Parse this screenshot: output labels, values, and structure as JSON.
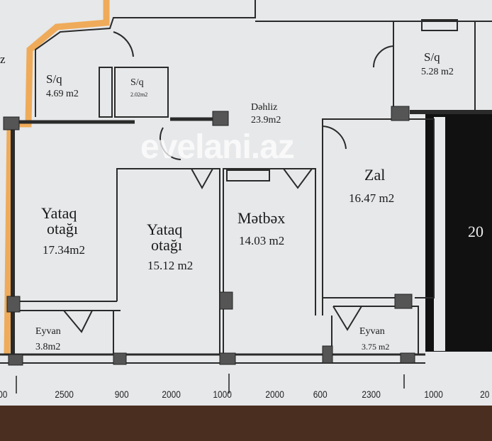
{
  "colors": {
    "paper": "#e6e8ea",
    "wall": "#2a2a2a",
    "highlight": "#f0a040",
    "table": "#4a2e20",
    "dark_panel": "#111111"
  },
  "rooms": [
    {
      "name": "S/q",
      "area": "4.69 m2"
    },
    {
      "name": "S/q",
      "area": "2.02m2"
    },
    {
      "name": "S/q",
      "area": "5.28 m2"
    },
    {
      "name": "Dəhliz",
      "area": "23.9m2"
    },
    {
      "name": "Zal",
      "area": "16.47 m2"
    },
    {
      "name1": "Yataq",
      "name2": "otağı",
      "area": "17.34m2"
    },
    {
      "name1": "Yataq",
      "name2": "otağı",
      "area": "15.12 m2"
    },
    {
      "name": "Mətbəx",
      "area": "14.03 m2"
    },
    {
      "name": "Eyvan",
      "area": "3.8m2"
    },
    {
      "name": "Eyvan",
      "area": "3.75 m2"
    }
  ],
  "watermark": "evelani.az",
  "dimensions": [
    "00",
    "2500",
    "900",
    "2000",
    "1000",
    "2000",
    "600",
    "2300",
    "1000",
    "20"
  ],
  "edge_text": {
    "left": "z",
    "right": "20"
  }
}
